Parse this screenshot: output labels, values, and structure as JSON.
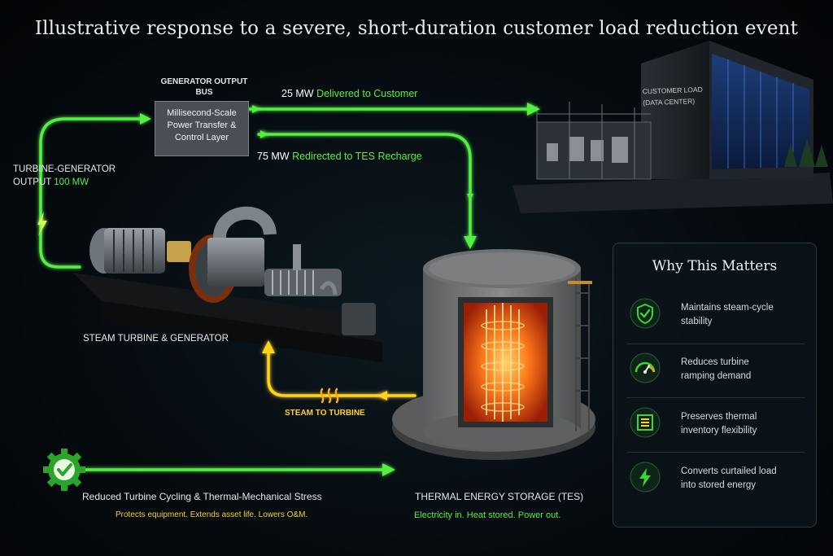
{
  "title": "Illustrative response to a severe, short-duration customer load reduction event",
  "bus": {
    "title": "GENERATOR OUTPUT BUS",
    "box_text": "Millisecond-Scale Power Transfer & Control Layer"
  },
  "flows": {
    "delivered_value": "25 MW",
    "delivered_label": "Delivered to Customer",
    "redirected_value": "75 MW",
    "redirected_label": "Redirected to TES Recharge"
  },
  "turbine_output": {
    "label_line1": "TURBINE-GENERATOR",
    "label_line2": "OUTPUT",
    "value": "100 MW"
  },
  "customer_label": {
    "line1": "CUSTOMER LOAD",
    "line2": "(DATA CENTER)"
  },
  "steam_turbine_label": "STEAM TURBINE & GENERATOR",
  "steam_label": "STEAM TO TURBINE",
  "benefit": {
    "title": "Reduced Turbine Cycling & Thermal-Mechanical Stress",
    "subtitle": "Protects equipment. Extends asset life. Lowers O&M."
  },
  "tes": {
    "title": "THERMAL ENERGY STORAGE (TES)",
    "subtitle": "Electricity in. Heat stored. Power out."
  },
  "panel": {
    "title": "Why This Matters",
    "items": [
      {
        "icon": "shield-check-icon",
        "line1": "Maintains steam-cycle",
        "line2": "stability"
      },
      {
        "icon": "gauge-icon",
        "line1": "Reduces turbine",
        "line2": "ramping demand"
      },
      {
        "icon": "thermal-inventory-icon",
        "line1": "Preserves thermal",
        "line2": "inventory flexibility"
      },
      {
        "icon": "lightning-bolt-icon",
        "line1": "Converts curtailed load",
        "line2": "into stored energy"
      }
    ]
  },
  "colors": {
    "flow_green": "#54ee44",
    "steam_yellow": "#ffd21a",
    "panel_accent": "#3fd33a"
  }
}
